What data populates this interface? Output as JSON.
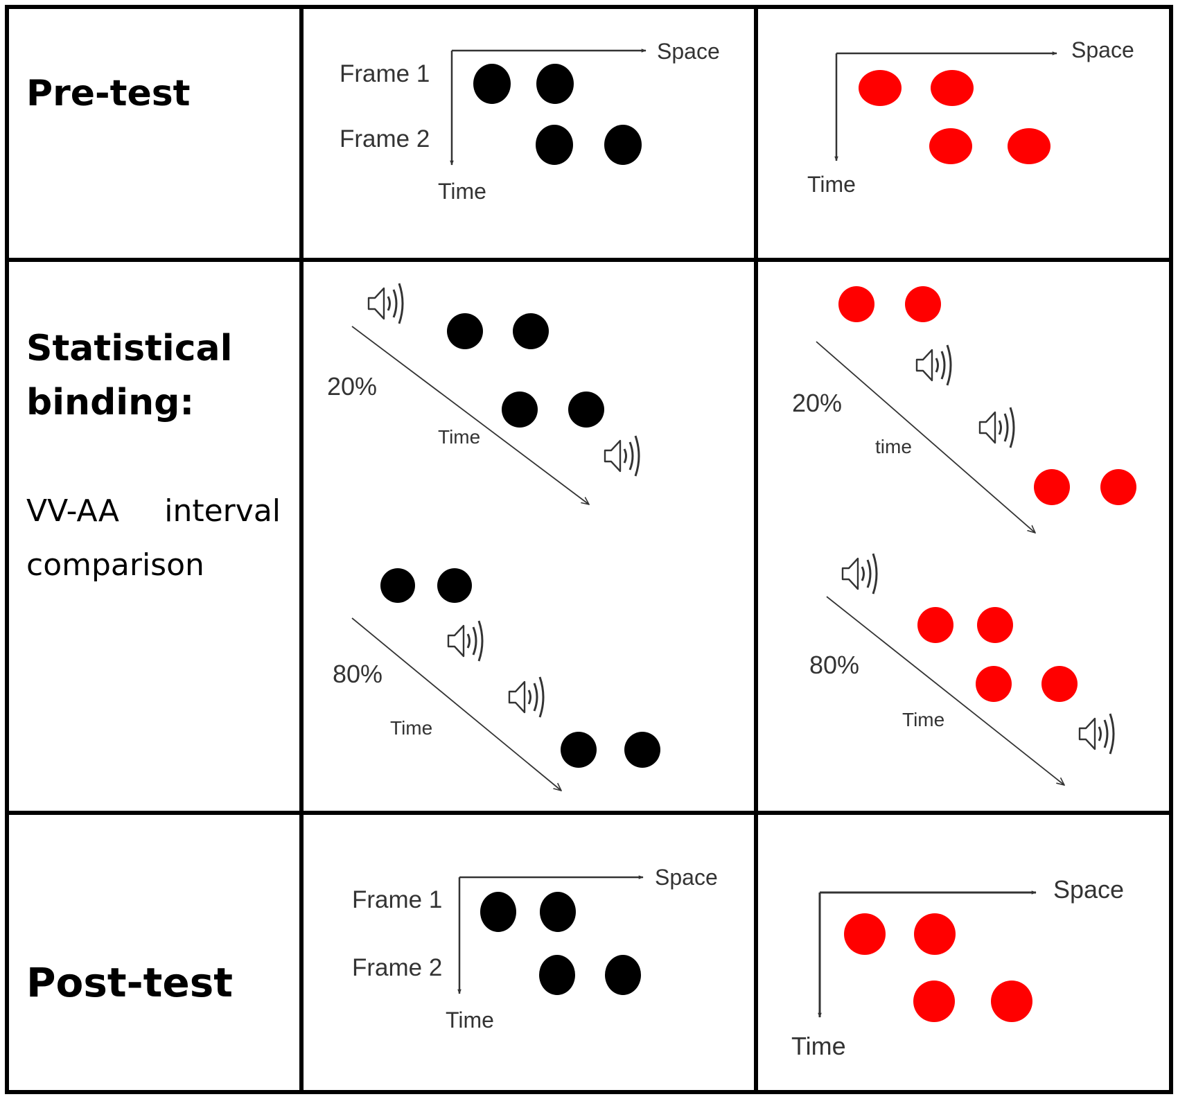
{
  "rows": {
    "pre_test": {
      "title": "Pre-test"
    },
    "binding": {
      "title_line1": "Statistical",
      "title_line2": "binding:",
      "note_word1": "VV-AA",
      "note_word2": "interval",
      "note_line2": "comparison"
    },
    "post_test": {
      "title": "Post-test"
    }
  },
  "labels": {
    "frame1": "Frame 1",
    "frame2": "Frame 2",
    "space": "Space",
    "time": "Time",
    "time_lower": "time",
    "pct_20": "20%",
    "pct_80": "80%"
  },
  "colors": {
    "black_dot": "#000000",
    "red_dot": "#ff0000",
    "border": "#000000",
    "axis": "#333333"
  },
  "icons": {
    "sound": "speaker-icon"
  }
}
